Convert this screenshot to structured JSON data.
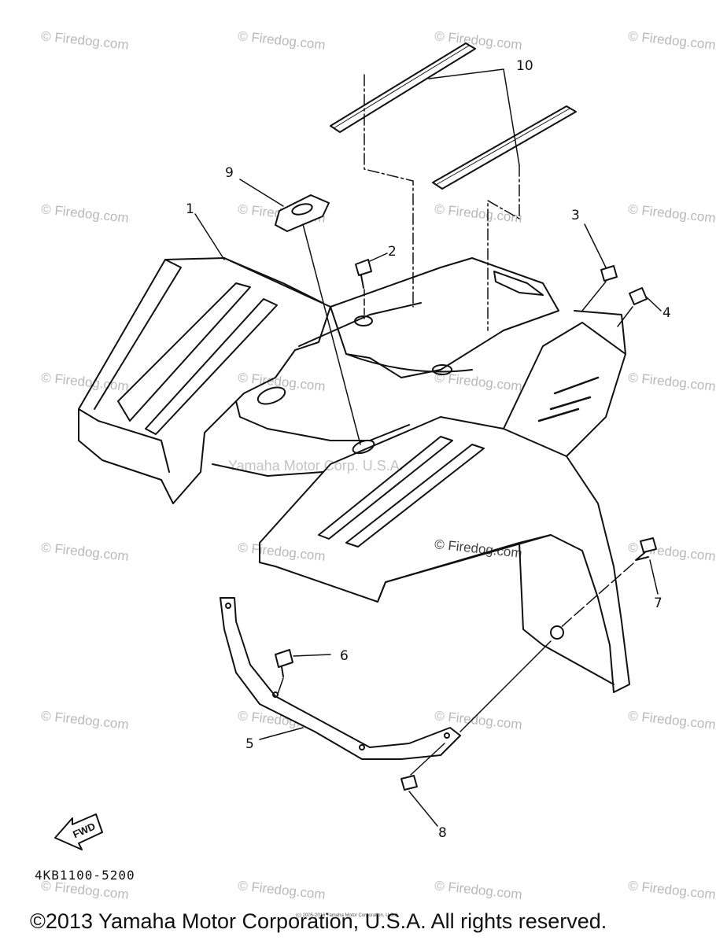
{
  "watermark": "© Firedog.com",
  "center_watermark": "Yamaha Motor Corp. U.S.A.",
  "callouts": {
    "c1": "1",
    "c2": "2",
    "c3": "3",
    "c4": "4",
    "c5": "5",
    "c6": "6",
    "c7": "7",
    "c8": "8",
    "c9": "9",
    "c10": "10"
  },
  "fwd_label": "FWD",
  "part_code": "4KB1100-5200",
  "copyright": "©2013 Yamaha Motor Corporation, U.S.A. All rights reserved.",
  "small_notice": "(c) 2005-2016 Yamaha Motor Corporation, U.S.A."
}
